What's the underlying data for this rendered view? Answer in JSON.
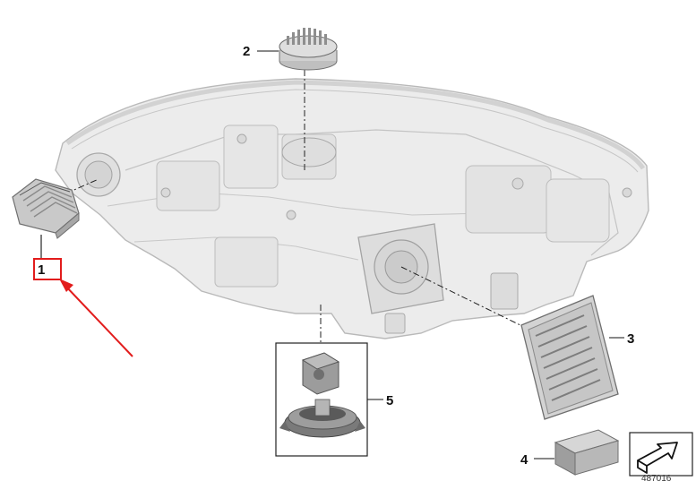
{
  "diagram": {
    "callouts": {
      "part_1": "1",
      "part_2": "2",
      "part_3": "3",
      "part_4": "4",
      "part_5": "5"
    },
    "footer_code": "487016"
  },
  "colors": {
    "housing_fill": "#ececec",
    "housing_stroke": "#b9b9b9",
    "module_fill": "#cfcfcf",
    "highlight_box": "#e21c1c",
    "arrow": "#e21c1c",
    "leader": "#111111"
  },
  "icons": {
    "illustration": "headlight-housing-icon",
    "part_1": "led-driver-module-icon",
    "part_2": "fan-module-icon",
    "part_3": "control-unit-icon",
    "part_4": "repair-kit-box-icon",
    "part_5": "socket-assembly-icon",
    "nav": "forward-arrow-icon"
  }
}
